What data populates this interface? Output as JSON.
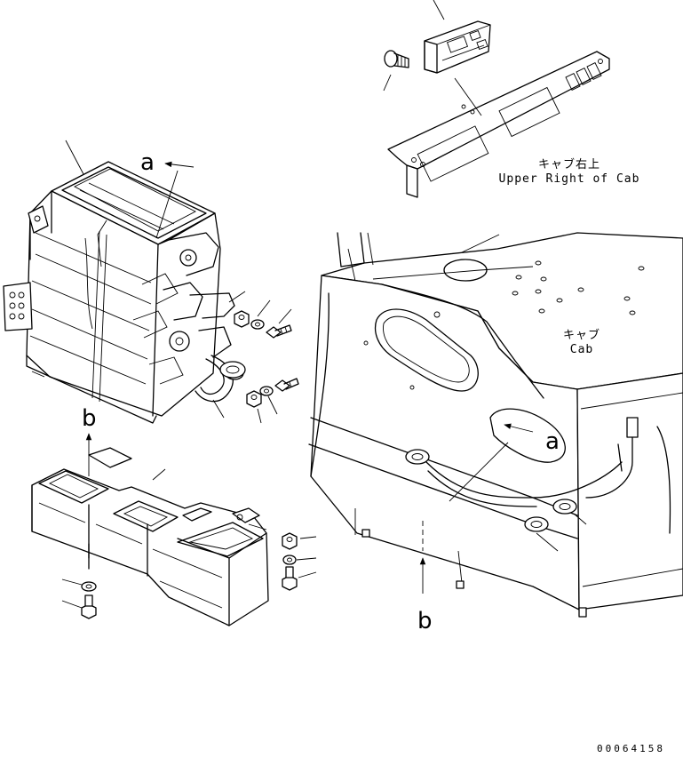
{
  "labels": {
    "view_a_top": "a",
    "view_a_cab": "a",
    "view_b_left": "b",
    "view_b_cab": "b"
  },
  "notes": {
    "upper_right_jp": "キャブ右上",
    "upper_right_en": "Upper Right of Cab",
    "cab_jp": "キャブ",
    "cab_en": "Cab"
  },
  "drawing_code": "00064158"
}
